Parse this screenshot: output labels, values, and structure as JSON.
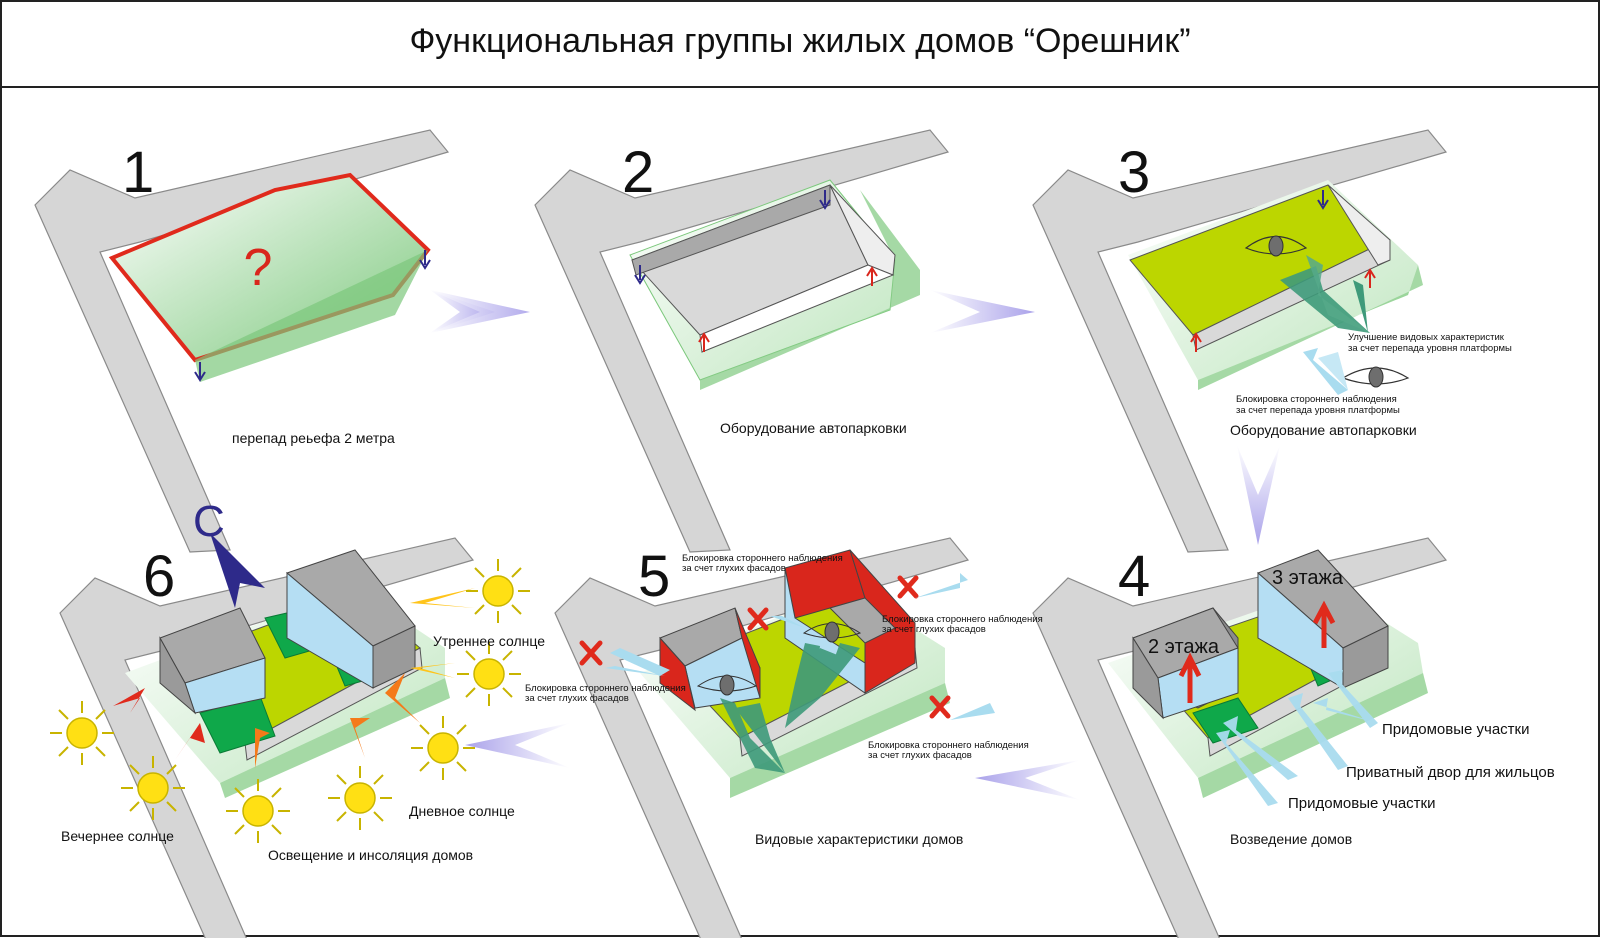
{
  "title": "Функциональная группы жилых домов “Орешник”",
  "panels": [
    {
      "number": "1",
      "question": "?",
      "caption": "перепад реьефа 2 метра"
    },
    {
      "number": "2",
      "caption": "Оборудование автопарковки"
    },
    {
      "number": "3",
      "caption": "Оборудование автопарковки",
      "note_view_1": "Улучшение видовых характеристик",
      "note_view_2": "за счет перепада уровня платформы",
      "note_block_1": "Блокировка стороннего наблюдения",
      "note_block_2": "за счет перепада уровня платформы"
    },
    {
      "number": "4",
      "caption": "Возведение домов",
      "floors_a": "2 этажа",
      "floors_b": "3 этажа",
      "label_yards_1": "Придомовые участки",
      "label_private": "Приватный двор для жильцов",
      "label_yards_2": "Придомовые участки"
    },
    {
      "number": "5",
      "caption": "Видовые характеристики домов",
      "block_1a": "Блокировка стороннего наблюдения",
      "block_1b": "за счет глухих фасадов",
      "block_2a": "Блокировка стороннего наблюдения",
      "block_2b": "за счет глухих фасадов",
      "block_3a": "Блокировка стороннего наблюдения",
      "block_3b": "за счет глухих фасадов",
      "block_4a": "Блокировка стороннего наблюдения",
      "block_4b": "за счет глухих фасадов"
    },
    {
      "number": "6",
      "north": "С",
      "caption": "Освещение и инсоляция домов",
      "sun_morning": "Утреннее солнце",
      "sun_day": "Дневное солнце",
      "sun_evening": "Вечернее солнце"
    }
  ],
  "colors": {
    "road": "#d6d6d6",
    "road_stroke": "#8a8a8a",
    "site_green": "#8fd08f",
    "platform": "#bcd600",
    "building_top": "#a9a9a9",
    "facade_blue": "#b5def3",
    "blank_facade": "#d9261c",
    "flow_arrow": "#b9b2ec",
    "view_arrow": "#3e9a7a",
    "outline_red": "#e02a1c",
    "north": "#2e2a8a",
    "sun": "#ffe014",
    "sun_ray": "#c8b400"
  }
}
